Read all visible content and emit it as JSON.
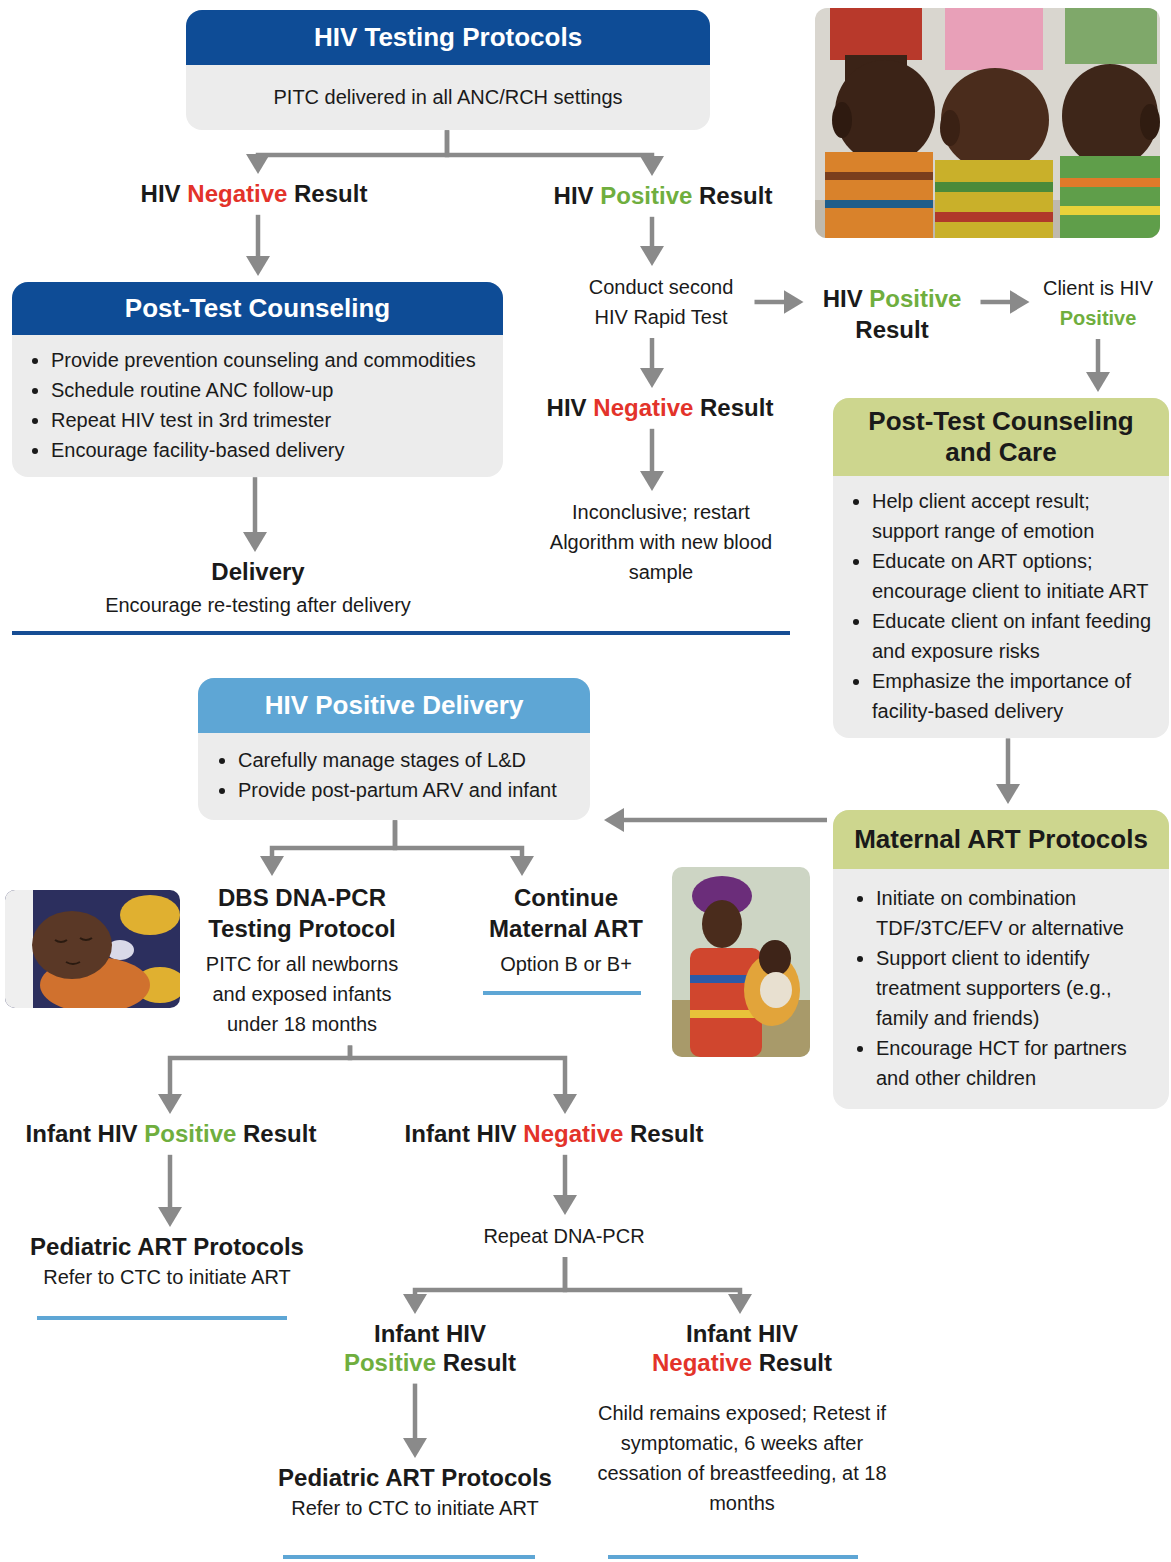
{
  "diagram": {
    "nodes": [
      {
        "text": [
          "HIV Testing Protocols",
          "PITC delivered in all ANC/RCH settings"
        ]
      },
      {
        "text": [
          "HIV Negative Result"
        ]
      },
      {
        "text": [
          "HIV Positive Result"
        ]
      },
      {
        "text": [
          "Post-Test Counseling",
          "Provide prevention counseling and commodities",
          "Schedule routine ANC follow-up",
          "Repeat HIV test in 3rd trimester",
          "Encourage facility-based delivery"
        ]
      },
      {
        "text": [
          "Conduct second HIV Rapid Test"
        ]
      },
      {
        "text": [
          "HIV Positive Result"
        ]
      },
      {
        "text": [
          "Client is HIV Positive"
        ]
      },
      {
        "text": [
          "HIV Negative Result"
        ]
      },
      {
        "text": [
          "Post-Test Counseling and Care",
          "Help client accept result; support range of emotion",
          "Educate on ART options; encourage client to initiate ART",
          "Educate client on infant feeding and exposure risks",
          "Emphasize the importance of facility-based delivery"
        ]
      },
      {
        "text": [
          "Delivery",
          "Encourage re-testing after delivery"
        ]
      },
      {
        "text": [
          "Inconclusive; restart Algorithm with new blood sample"
        ]
      },
      {
        "text": [
          "HIV Positive Delivery",
          "Carefully manage stages of L&D",
          "Provide post-partum ARV and infant"
        ]
      },
      {
        "text": [
          "Maternal ART Protocols",
          "Initiate on combination TDF/3TC/EFV or alternative",
          "Support client to identify treatment supporters (e.g., family and friends)",
          "Encourage HCT for partners and other children"
        ]
      },
      {
        "text": [
          "DBS DNA-PCR Testing Protocol",
          "PITC for all newborns and exposed infants under 18 months"
        ]
      },
      {
        "text": [
          "Continue Maternal ART",
          "Option B or B+"
        ]
      },
      {
        "text": [
          "Infant HIV Positive Result"
        ]
      },
      {
        "text": [
          "Infant HIV Negative Result"
        ]
      },
      {
        "text": [
          "Pediatric ART Protocols",
          "Refer to CTC to initiate ART"
        ]
      },
      {
        "text": [
          "Repeat DNA-PCR"
        ]
      },
      {
        "text": [
          "Infant HIV Positive Result"
        ]
      },
      {
        "text": [
          "Infant HIV Negative Result",
          "Child remains exposed; Retest if symptomatic, 6 weeks after cessation of breastfeeding, at 18 months"
        ]
      },
      {
        "text": [
          "Pediatric ART Protocols",
          "Refer to CTC to initiate ART"
        ]
      }
    ],
    "edges": [
      {
        "from": 0,
        "to": 1,
        "arrow": "to"
      },
      {
        "from": 0,
        "to": 2,
        "arrow": "to"
      },
      {
        "from": 1,
        "to": 3,
        "arrow": "to"
      },
      {
        "from": 2,
        "to": 4,
        "arrow": "to"
      },
      {
        "from": 4,
        "to": 5,
        "arrow": "to"
      },
      {
        "from": 5,
        "to": 6,
        "arrow": "to"
      },
      {
        "from": 6,
        "to": 8,
        "arrow": "to"
      },
      {
        "from": 4,
        "to": 7,
        "arrow": "to"
      },
      {
        "from": 3,
        "to": 9,
        "arrow": "to"
      },
      {
        "from": 7,
        "to": 10,
        "arrow": "to"
      },
      {
        "from": 8,
        "to": 12,
        "arrow": "to"
      },
      {
        "from": 12,
        "to": 11,
        "arrow": "to"
      },
      {
        "from": 11,
        "to": 13,
        "arrow": "to"
      },
      {
        "from": 11,
        "to": 14,
        "arrow": "to"
      },
      {
        "from": 13,
        "to": 15,
        "arrow": "to"
      },
      {
        "from": 13,
        "to": 16,
        "arrow": "to"
      },
      {
        "from": 15,
        "to": 17,
        "arrow": "to"
      },
      {
        "from": 16,
        "to": 18,
        "arrow": "to"
      },
      {
        "from": 18,
        "to": 19,
        "arrow": "to"
      },
      {
        "from": 18,
        "to": 20,
        "arrow": "to"
      },
      {
        "from": 19,
        "to": 21,
        "arrow": "to"
      }
    ]
  }
}
